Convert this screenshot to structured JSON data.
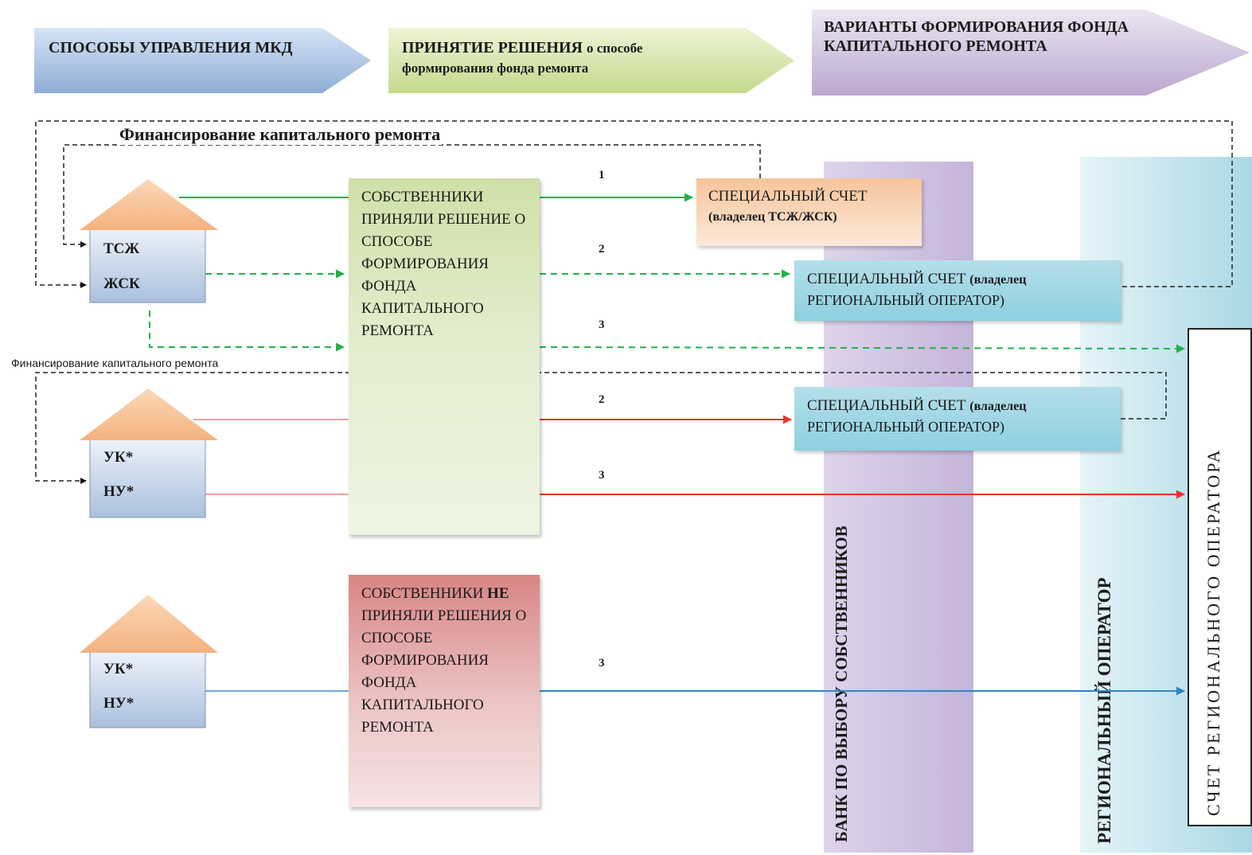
{
  "headers": {
    "methods": "СПОСОБЫ УПРАВЛЕНИЯ МКД",
    "decision_main": "ПРИНЯТИЕ РЕШЕНИЯ",
    "decision_sub": "о способе формирования фонда ремонта",
    "variants": "ВАРИАНТЫ ФОРМИРОВАНИЯ ФОНДА КАПИТАЛЬНОГО РЕМОНТА"
  },
  "financing_top": "Финансирование  капитального ремонта",
  "financing_mid": "Финансирование  капитального ремонта",
  "houses": [
    {
      "line1": "ТСЖ",
      "line2": "ЖСК"
    },
    {
      "line1": "УК*",
      "line2": "НУ*"
    },
    {
      "line1": "УК*",
      "line2": "НУ*"
    }
  ],
  "decision_accepted": "СОБСТВЕННИКИ ПРИНЯЛИ РЕШЕНИЕ О СПОСОБЕ ФОРМИРОВАНИЯ ФОНДА КАПИТАЛЬНОГО РЕМОНТА",
  "decision_rejected": {
    "pre": "СОБСТВЕННИКИ",
    "bold": "НЕ",
    "post": "ПРИНЯЛИ РЕШЕНИЯ О СПОСОБЕ ФОРМИРОВАНИЯ ФОНДА КАПИТАЛЬНОГО РЕМОНТА"
  },
  "accounts": {
    "special_tsj_main": "СПЕЦИАЛЬНЫЙ СЧЕТ",
    "special_tsj_sub": "(владелец ТСЖ/ЖСК)",
    "special_ro_main": "СПЕЦИАЛЬНЫЙ СЧЕТ",
    "special_ro_sub1": "(владелец",
    "special_ro_sub2": "РЕГИОНАЛЬНЫЙ ОПЕРАТОР)"
  },
  "columns": {
    "bank": "БАНК ПО ВЫБОРУ СОБСТВЕННИКОВ",
    "regional": "РЕГИОНАЛЬНЫЙ ОПЕРАТОР",
    "ro_account": "СЧЕТ РЕГИОНАЛЬНОГО ОПЕРАТОРА"
  },
  "numbers": [
    "1",
    "2",
    "3",
    "2",
    "3",
    "3"
  ],
  "colors": {
    "green": "#22b14c",
    "red": "#f0302a",
    "blue": "#2e86c8"
  }
}
